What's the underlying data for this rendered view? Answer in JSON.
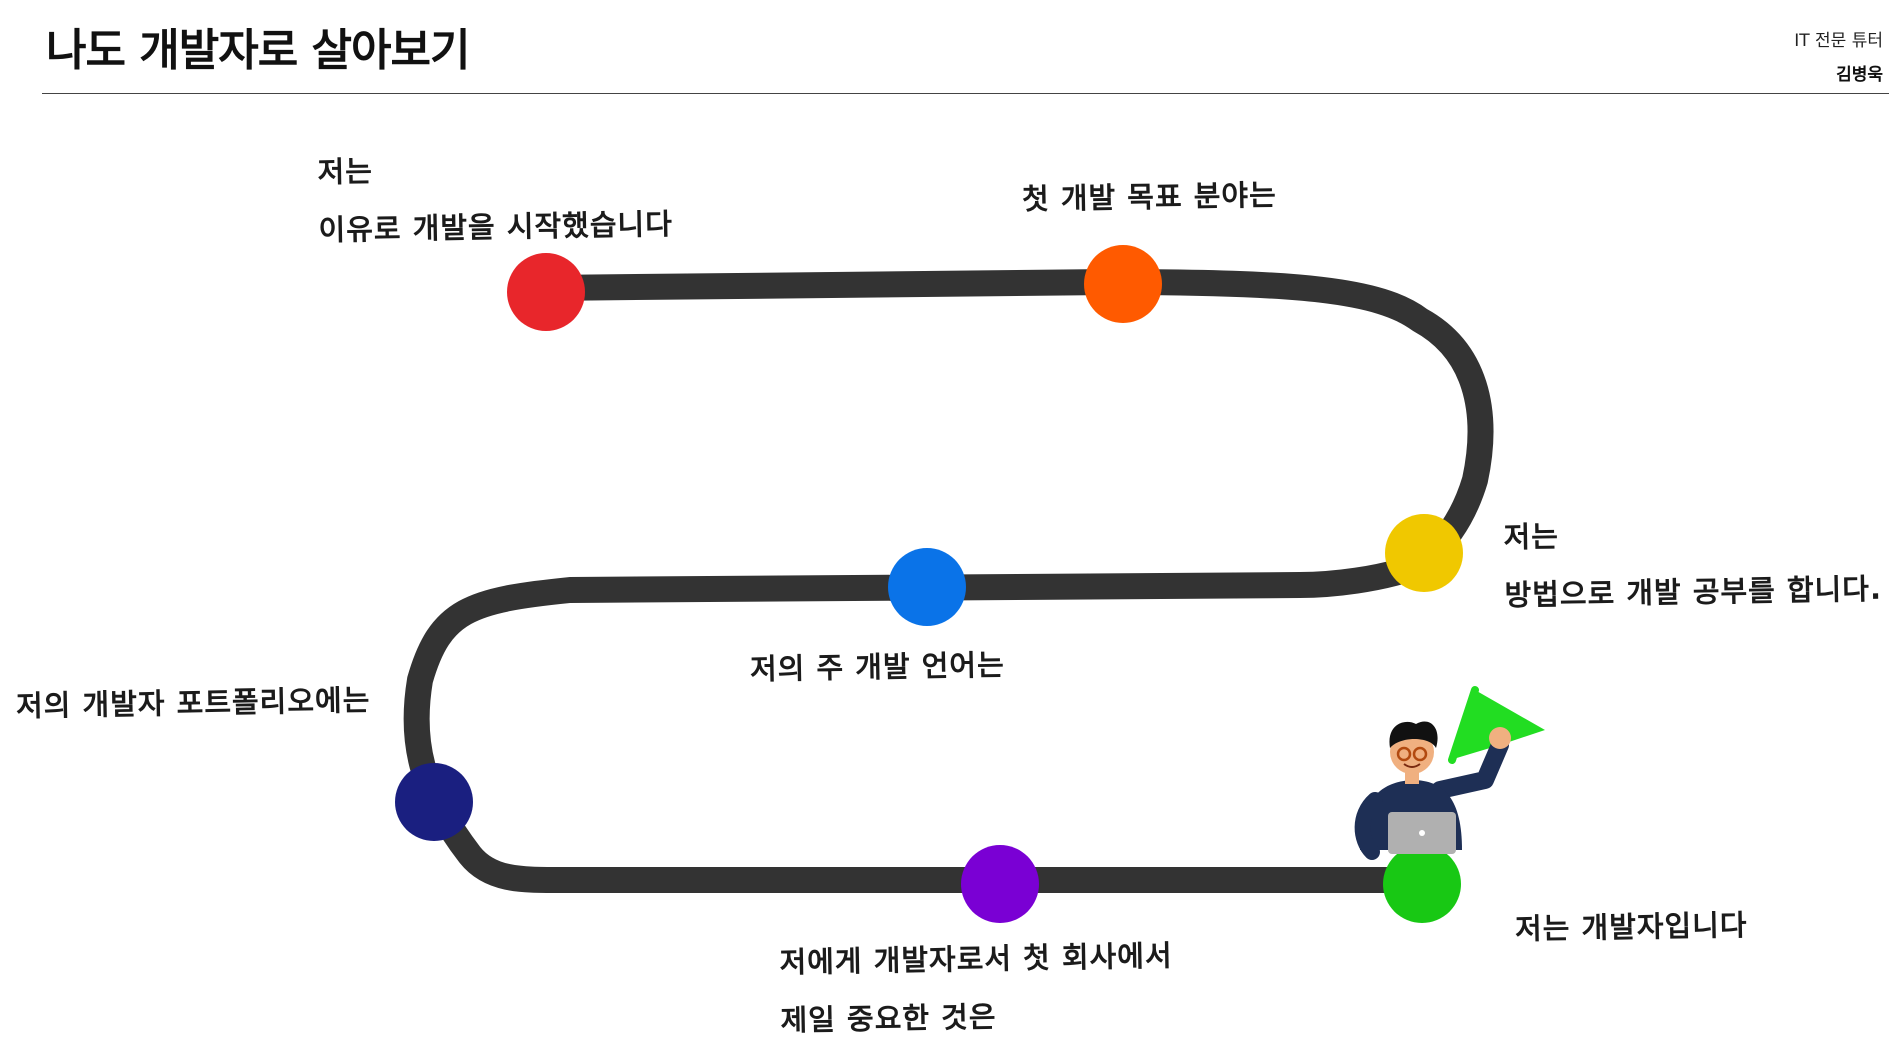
{
  "header": {
    "title": "나도 개발자로 살아보기",
    "subtitle": "IT 전문 튜터",
    "author": "김병욱"
  },
  "milestones": [
    {
      "name": "reason",
      "color": "#e8262b",
      "lines": [
        "저는",
        "이유로 개발을 시작했습니다"
      ]
    },
    {
      "name": "first-goal",
      "color": "#ff5a00",
      "lines": [
        "첫 개발 목표 분야는"
      ]
    },
    {
      "name": "study-method",
      "color": "#f0c800",
      "lines": [
        "저는",
        "방법으로 개발 공부를 합니다."
      ]
    },
    {
      "name": "main-language",
      "color": "#0a73e8",
      "lines": [
        "저의 주 개발 언어는"
      ]
    },
    {
      "name": "portfolio",
      "color": "#1a1f80",
      "lines": [
        "저의 개발자 포트폴리오에는"
      ]
    },
    {
      "name": "first-company",
      "color": "#7a00d4",
      "lines": [
        "저에게 개발자로서 첫 회사에서",
        "제일 중요한 것은"
      ]
    },
    {
      "name": "developer",
      "color": "#18c814",
      "lines": [
        "저는 개발자입니다"
      ]
    }
  ],
  "colors": {
    "road": "#333333",
    "flag": "#22dd22",
    "shirt": "#1e2f55",
    "laptop": "#b0b0b0"
  }
}
